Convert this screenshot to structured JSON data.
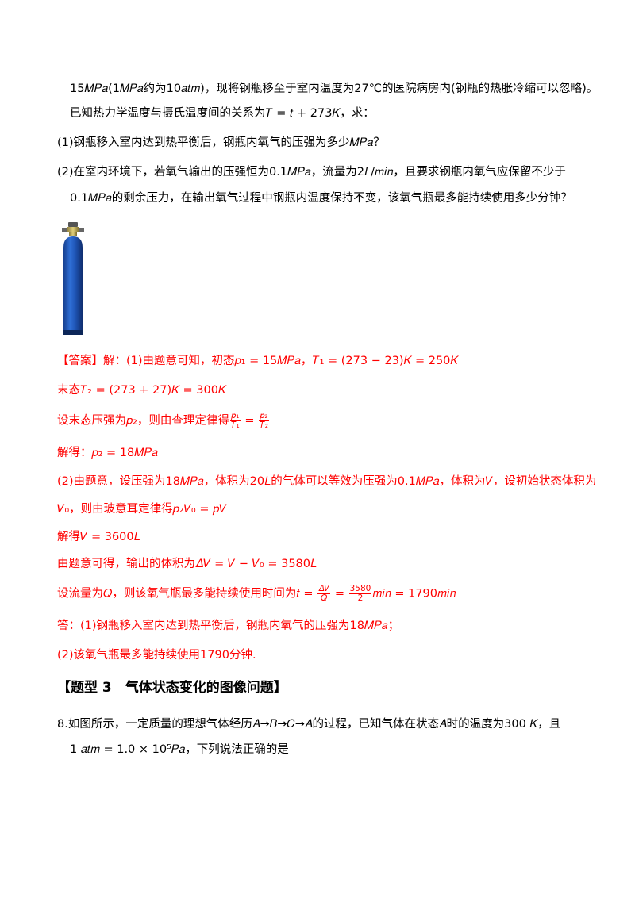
{
  "question_prev": {
    "line1": "15𝑀𝑃𝑎(1𝑀𝑃𝑎约为10𝑎𝑡𝑚)，现将钢瓶移至于室内温度为27℃的医院病房内(钢瓶的热胀冷缩可以忽略)。",
    "line2": "已知热力学温度与摄氏温度间的关系为𝑇 = 𝑡 + 273𝐾，求：",
    "part1": "(1)钢瓶移入室内达到热平衡后，钢瓶内氧气的压强为多少𝑀𝑃𝑎？",
    "part2_line1": "(2)在室内环境下，若氧气输出的压强恒为0.1𝑀𝑃𝑎，流量为2𝐿/𝑚𝑖𝑛，且要求钢瓶内氧气应保留不少于",
    "part2_line2": "0.1𝑀𝑃𝑎的剩余压力，在输出氧气过程中钢瓶内温度保持不变，该氧气瓶最多能持续使用多少分钟？"
  },
  "answer": {
    "tag": "【答案】",
    "line1_rest": "解：(1)由题意可知，初态𝑝₁ = 15𝑀𝑃𝑎，𝑇₁ = (273 − 23)𝐾 = 250𝐾",
    "line2": "末态𝑇₂ = (273 + 27)𝐾 = 300𝐾",
    "line3_text": "设末态压强为𝑝₂，则由查理定律得",
    "line3_frac1_num": "𝑝₁",
    "line3_frac1_den": "𝑇₁",
    "line3_eq": "=",
    "line3_frac2_num": "𝑝₂",
    "line3_frac2_den": "𝑇₂",
    "line4": "解得：𝑝₂ = 18𝑀𝑃𝑎",
    "line5": "(2)由题意，设压强为18𝑀𝑃𝑎，体积为20𝐿的气体可以等效为压强为0.1𝑀𝑃𝑎，体积为𝑉，设初始状态体积为",
    "line6": "𝑉₀，则由玻意耳定律得𝑝₂𝑉₀ = 𝑝𝑉",
    "line7": "解得𝑉 = 3600𝐿",
    "line8": "由题意可得，输出的体积为𝛥𝑉 = 𝑉 − 𝑉₀ = 3580𝐿",
    "line9_text": "设流量为𝑄，则该氧气瓶最多能持续使用时间为𝑡 =",
    "line9_frac1_num": "𝛥𝑉",
    "line9_frac1_den": "𝑄",
    "line9_eq": "=",
    "line9_frac2_num": "3580",
    "line9_frac2_den": "2",
    "line9_tail": "𝑚𝑖𝑛 = 1790𝑚𝑖𝑛",
    "line10": "答：(1)钢瓶移入室内达到热平衡后，钢瓶内氧气的压强为18𝑀𝑃𝑎；",
    "line11": "(2)该氧气瓶最多能持续使用1790分钟."
  },
  "section_heading": "【题型 3　气体状态变化的图像问题】",
  "question8": {
    "line1": "8.如图所示，一定质量的理想气体经历𝐴→𝐵→𝐶→𝐴的过程，已知气体在状态𝐴时的温度为300 𝐾，且",
    "line2": "1 𝑎𝑡𝑚 = 1.0 × 10⁵𝑃𝑎，下列说法正确的是"
  },
  "colors": {
    "answer_red": "#ff0000",
    "cylinder_blue": "#1f56b8"
  }
}
